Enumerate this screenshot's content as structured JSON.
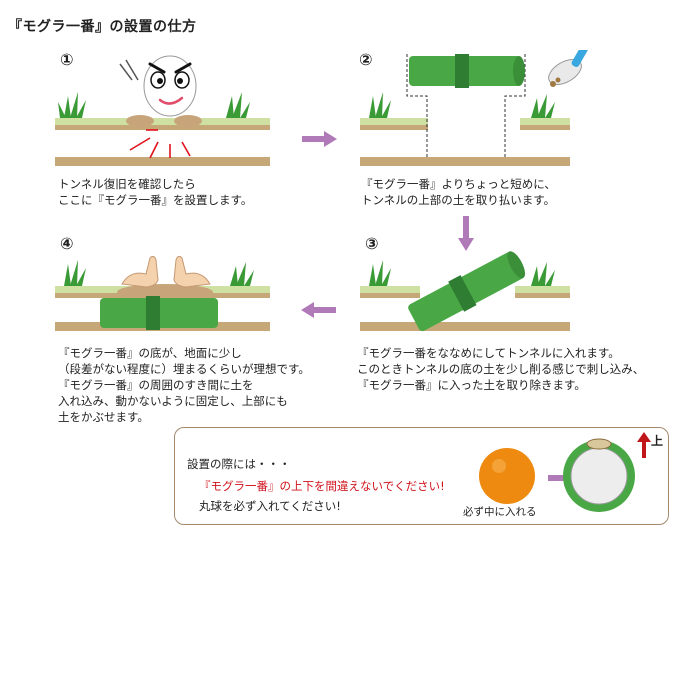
{
  "page_title": "『モグラ一番』の設置の仕方",
  "steps": [
    {
      "num": "①",
      "caption": "トンネル復旧を確認したら\nここに『モグラ一番』を設置します。"
    },
    {
      "num": "②",
      "caption": "『モグラ一番』よりちょっと短めに、\nトンネルの上部の土を取り払います。"
    },
    {
      "num": "③",
      "caption": "『モグラ一番をななめにしてトンネルに入れます。\nこのときトンネルの底の土を少し削る感じで刺し込み、\n『モグラ一番』に入った土を取り除きます。"
    },
    {
      "num": "④",
      "caption": "『モグラ一番』の底が、地面に少し\n（段差がない程度に）埋まるくらいが理想です。\n『モグラ一番』の周囲のすき間に土を\n入れ込み、動かないように固定し、上部にも\n土をかぶせます。"
    }
  ],
  "note": {
    "title": "設置の際には・・・",
    "warning": "『モグラ一番』の上下を間違えないでください!",
    "instruction": "丸球を必ず入れてください!",
    "ball_caption": "必ず中に入れる",
    "up_label": "上"
  },
  "colors": {
    "pipe": "#49a845",
    "pipe_dark": "#2e7d32",
    "soil": "#c6a878",
    "grass": "#cfe0a3",
    "arrow": "#b07ab8",
    "warning": "#d0121b",
    "ball": "#ee8a10",
    "up_arrow": "#c0161a"
  }
}
